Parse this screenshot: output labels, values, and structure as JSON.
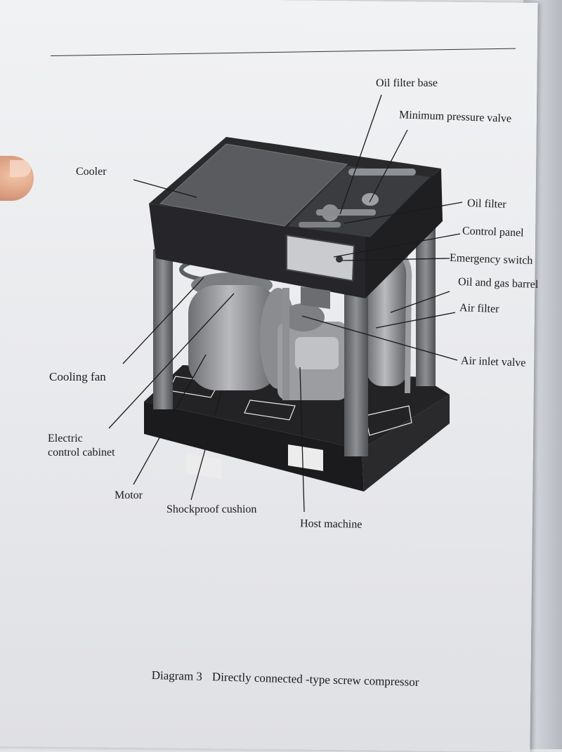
{
  "diagram": {
    "labels": {
      "oil_filter_base": "Oil filter base",
      "minimum_pressure_valve": "Minimum pressure valve",
      "cooler": "Cooler",
      "oil_filter": "Oil filter",
      "control_panel": "Control panel",
      "emergency_switch": "Emergency switch",
      "oil_and_gas_barrel": "Oil and gas barrel",
      "air_filter": "Air filter",
      "air_inlet_valve": "Air inlet valve",
      "cooling_fan": "Cooling fan",
      "electric_control_cabinet_line1": "Electric",
      "electric_control_cabinet_line2": "control cabinet",
      "motor": "Motor",
      "shockproof_cushion": "Shockproof cushion",
      "host_machine": "Host machine"
    }
  },
  "caption": {
    "number": "Diagram 3",
    "title": "Directly connected -type screw compressor"
  },
  "colors": {
    "paper": "#eceef1",
    "frame": "#1f1f21",
    "panel": "#5b5c60",
    "ink": "#1a1a1a"
  }
}
